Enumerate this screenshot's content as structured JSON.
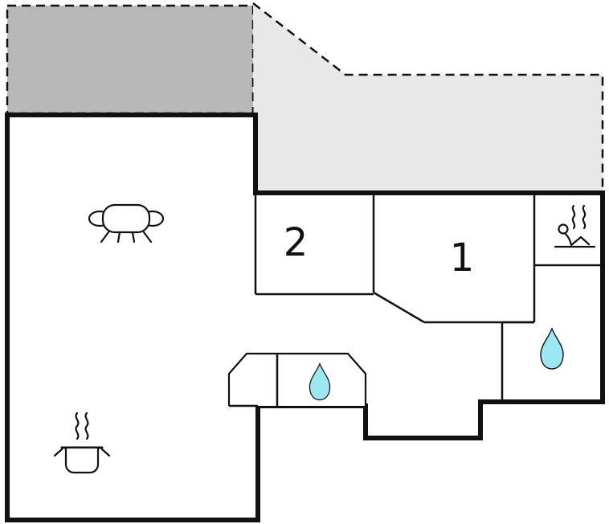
{
  "plan": {
    "title": "holiday-home-floor-plan",
    "rooms": {
      "bedroom1_label": "1",
      "bedroom2_label": "2"
    },
    "colors": {
      "wall": "#111111",
      "terrace_dark": "#b8b8b8",
      "terrace_light": "#e8e8e8",
      "water_drop": "#9de7f2",
      "background": "#ffffff"
    },
    "icons": {
      "sofa": "sofa-icon",
      "kitchen": "cooking-pot-icon",
      "bathroom": "water-drop-icon",
      "sauna": "sauna-icon"
    }
  }
}
